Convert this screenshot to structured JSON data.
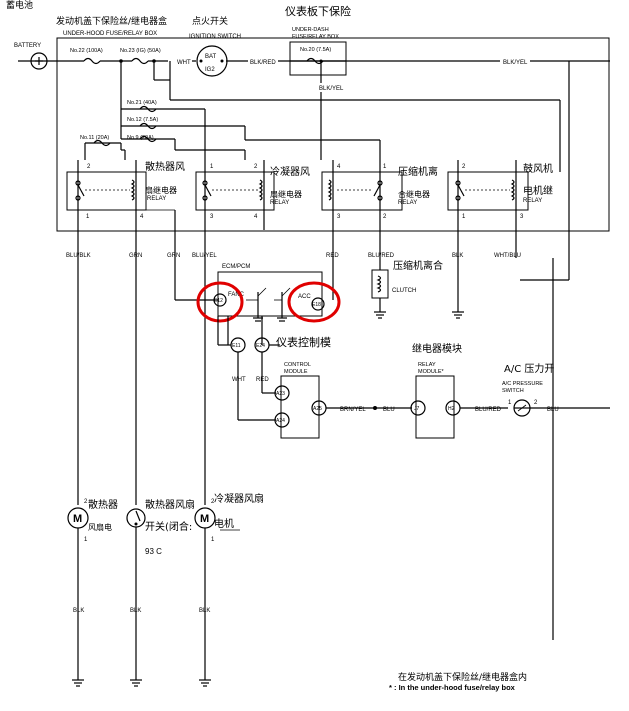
{
  "top": {
    "garbled_cn_1": "发动机盖下保险丝/继电器盒",
    "garbled_cn_2": "点火开关",
    "garbled_cn_3": "蓄电池",
    "underdash_cn": "仪表板下保险",
    "battery": "BATTERY",
    "uh_box": "UNDER-HOOD FUSE/RELAY BOX",
    "fuse22": "No.22 (100A)",
    "fuse23": "No.23 (IG) (50A)",
    "ign_switch": "IGNITION SWITCH",
    "bat": "BAT",
    "ig2": "IG2",
    "ud_box_1": "UNDER-DASH",
    "ud_box_2": "FUSE/RELAY BOX",
    "fuse20": "No.20 (7.5A)",
    "fuse21": "No.21 (40A)",
    "fuse12": "No.12 (7.5A)",
    "fuse9": "No.9 (20A)",
    "fuse11": "No.11 (20A)"
  },
  "wires": {
    "wht": "WHT",
    "blk_red": "BLK/RED",
    "blk_yel_top": "BLK/YEL",
    "blk_yel_mid": "BLK/YEL",
    "blu_blk": "BLU/BLK",
    "grn1": "GRN",
    "grn2": "GRN",
    "blu_yel": "BLU/YEL",
    "red1": "RED",
    "blu_red": "BLU/RED",
    "blk1": "BLK",
    "wht_blu": "WHT/BLU",
    "wht2": "WHT",
    "red2": "RED",
    "brn_yel": "BRN/YEL",
    "blu1": "BLU",
    "blu_red2": "BLU/RED",
    "blu2": "BLU",
    "blk_m1": "BLK",
    "blk_m2": "BLK",
    "blk_m3": "BLK"
  },
  "relays": {
    "r1_cn": "散热器风",
    "r1_cn2": "扇继电器",
    "r2_cn": "冷凝器风",
    "r2_cn2": "扇继电器",
    "r3_cn": "压缩机离",
    "r3_cn2": "合继电器",
    "r4_cn": "鼓风机",
    "r4_cn2": "电机继",
    "relay": "RELAY",
    "p2": "2",
    "p4": "4",
    "p1": "1",
    "p3": "3"
  },
  "ecm": {
    "label": "ECM/PCM",
    "fanc": "FANC",
    "acc": "ACC",
    "e12": "E12",
    "e18": "E18",
    "e11": "E11",
    "e24": "E24"
  },
  "clutch": {
    "cn": "压缩机离合",
    "clutch": "CLUTCH"
  },
  "cm": {
    "cn": "仪表控制模",
    "t1": "CONTROL",
    "t2": "MODULE",
    "a23": "A23",
    "a24": "A24",
    "a25": "A25"
  },
  "rm": {
    "cn": "继电器模块",
    "t1": "RELAY",
    "t2": "MODULE*",
    "j7": "J7",
    "h2": "H2"
  },
  "ps": {
    "cn": "A/C 压力开",
    "t1": "A/C PRESSURE",
    "t2": "SWITCH",
    "p1": "1",
    "p2": "2"
  },
  "motors": {
    "m": "M",
    "m1_cn": "散热器",
    "m1_cn2": "风扇电",
    "sw_cn": "散热器风扇",
    "sw_cn2": "开关(闭合:",
    "sw_temp": "93 C",
    "m3_cn": "冷凝器风扇",
    "m3_cn2": "电机",
    "p2": "2",
    "p1": "1"
  },
  "footnote": {
    "cn": "在发动机盖下保险丝/继电器盒内",
    "en": "* : In the under-hood fuse/relay box"
  }
}
